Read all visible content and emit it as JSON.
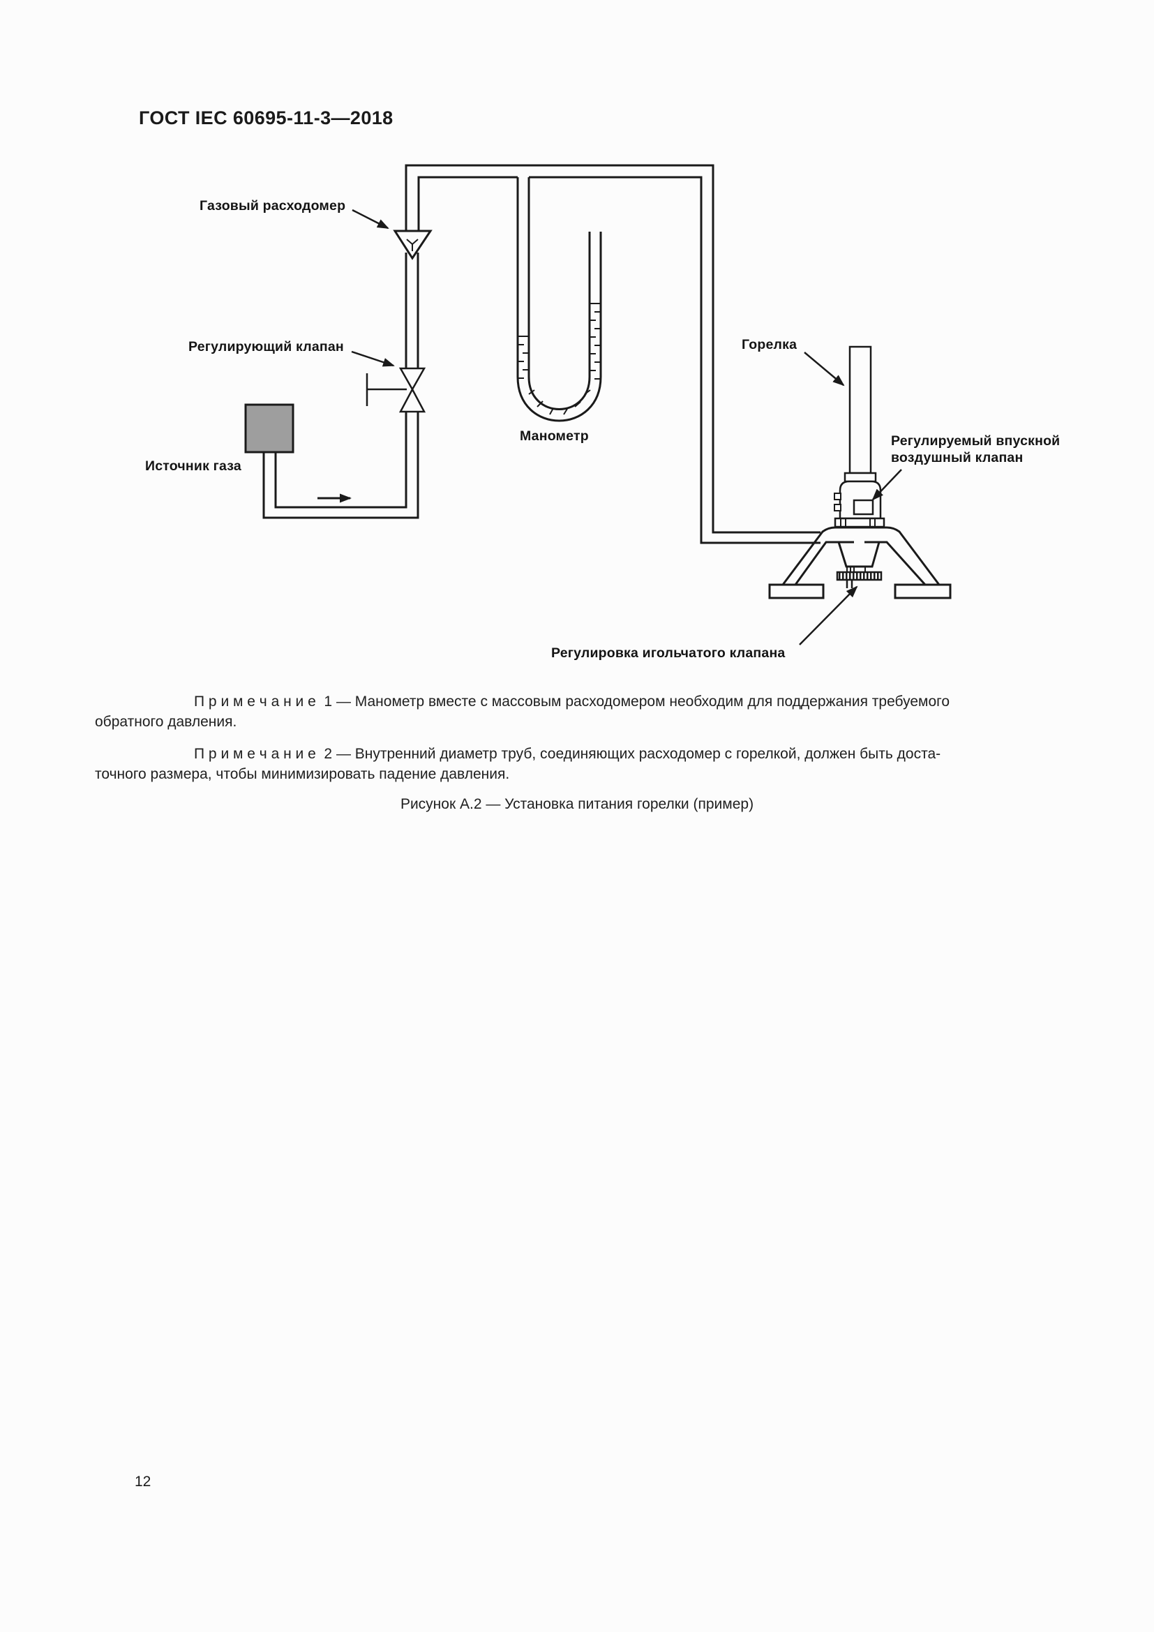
{
  "document": {
    "header": "ГОСТ IEC 60695-11-3—2018",
    "page_number": "12",
    "figure_caption": "Рисунок А.2 — Установка питания горелки (пример)"
  },
  "diagram_labels": {
    "gas_flowmeter": "Газовый расходомер",
    "control_valve": "Регулирующий клапан",
    "gas_source": "Источник газа",
    "manometer": "Манометр",
    "burner": "Горелка",
    "air_valve_line1": "Регулируемый впускной",
    "air_valve_line2": "воздушный клапан",
    "needle_valve_adjust": "Регулировка игольчатого клапана"
  },
  "notes": {
    "note1_line1": "П р и м е ч а н и е  1 — Манометр вместе с массовым расходомером необходим для поддержания требуемого",
    "note1_line2": "обратного давления.",
    "note2_line1": "П р и м е ч а н и е  2 — Внутренний диаметр труб, соединяющих расходомер с горелкой, должен быть доста-",
    "note2_line2": "точного размера, чтобы минимизировать падение давления."
  },
  "colors": {
    "line": "#1a1a1a",
    "gas_source_fill": "#9e9e9e",
    "page_background": "#fcfcfc"
  }
}
